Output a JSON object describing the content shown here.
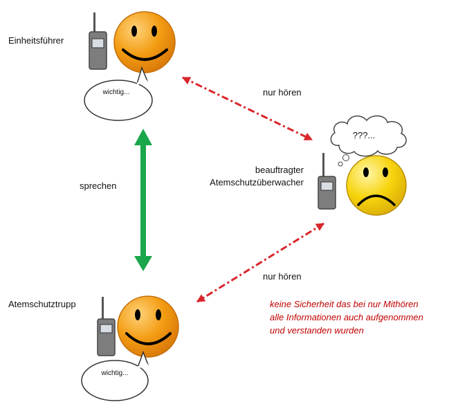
{
  "roles": {
    "leader": "Einheitsführer",
    "monitor_line1": "beauftragter",
    "monitor_line2": "Atemschutzüberwacher",
    "troop": "Atemschutztrupp"
  },
  "bubbles": {
    "leader_speech": "wichtig...",
    "troop_speech": "wichtig...",
    "monitor_thought": "???..."
  },
  "arrows": {
    "speak": "sprechen",
    "listen_top": "nur hören",
    "listen_bottom": "nur hören"
  },
  "note": {
    "line1": "keine Sicherheit das bei nur Mithören",
    "line2": "alle Informationen auch aufgenommen",
    "line3": "und verstanden wurden"
  },
  "colors": {
    "happy_face": "#f39c12",
    "sad_face": "#f7d40d",
    "speak_arrow": "#1aa64b",
    "listen_arrow": "#d9262b",
    "note_text": "#c00000"
  }
}
